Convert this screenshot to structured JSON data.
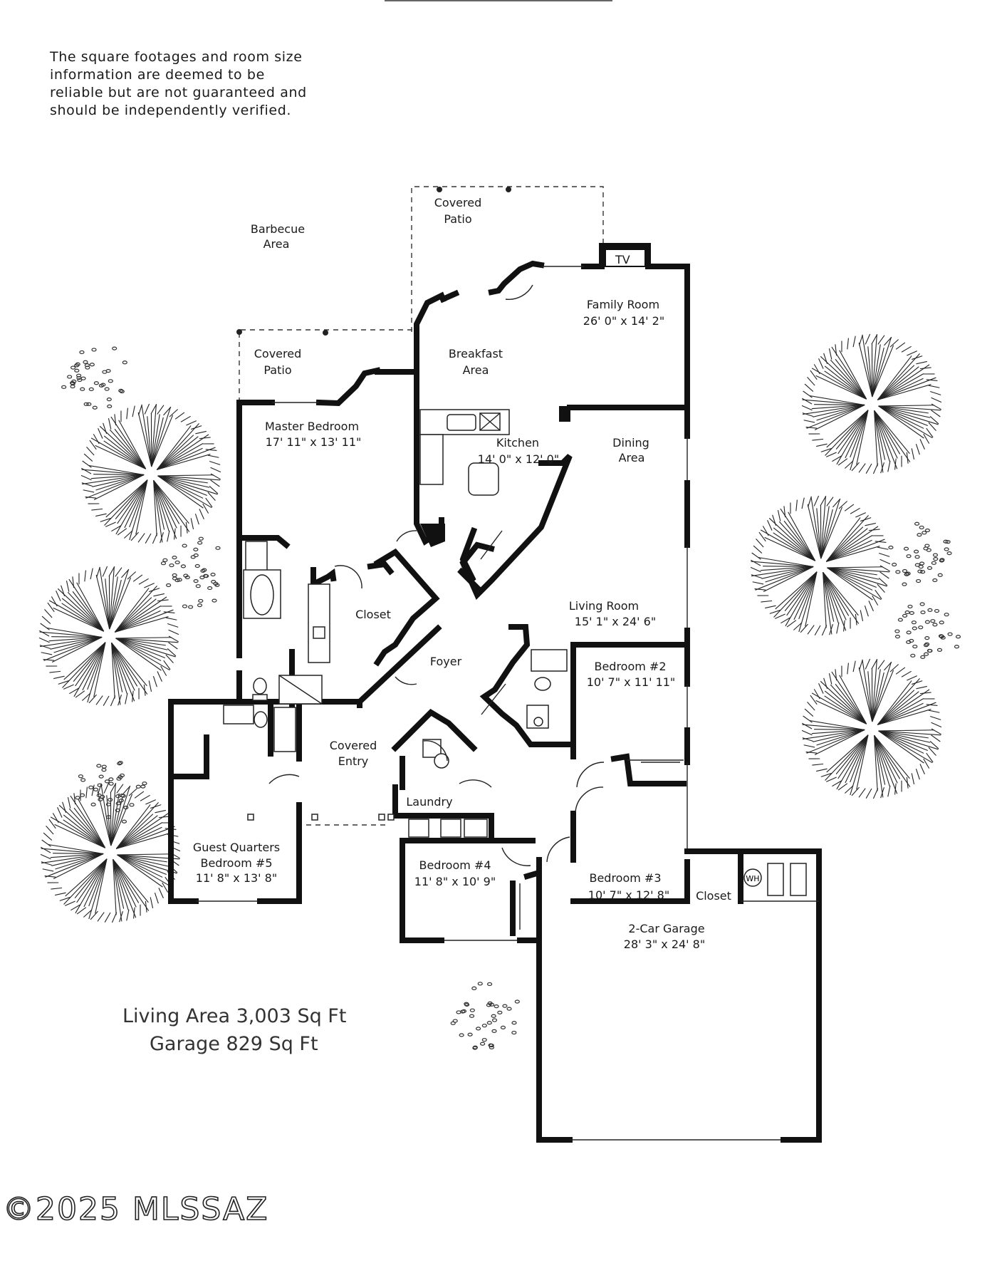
{
  "disclaimer": {
    "line1": "The square footages and room size",
    "line2": "information are deemed to be",
    "line3": "reliable but are not guaranteed and",
    "line4": "should be independently verified."
  },
  "rooms": {
    "barbecue": {
      "line1": "Barbecue",
      "line2": "Area"
    },
    "patio_main": {
      "line1": "Covered",
      "line2": "Patio"
    },
    "patio_master": {
      "line1": "Covered",
      "line2": "Patio"
    },
    "tv": "TV",
    "family": {
      "name": "Family Room",
      "size": "26' 0\" x 14' 2\""
    },
    "breakfast": {
      "line1": "Breakfast",
      "line2": "Area"
    },
    "master": {
      "name": "Master Bedroom",
      "size": "17' 11\" x 13' 11\""
    },
    "kitchen": {
      "name": "Kitchen",
      "size": "14' 0\" x 12' 0\""
    },
    "dining": {
      "line1": "Dining",
      "line2": "Area"
    },
    "closet_master": "Closet",
    "living": {
      "name": "Living Room",
      "size": "15' 1\" x 24' 6\""
    },
    "foyer": "Foyer",
    "bedroom2": {
      "name": "Bedroom #2",
      "size": "10' 7\" x 11' 11\""
    },
    "entry": {
      "line1": "Covered",
      "line2": "Entry"
    },
    "laundry": "Laundry",
    "guest": {
      "line1": "Guest Quarters",
      "line2": "Bedroom #5",
      "size": "11' 8\" x 13' 8\""
    },
    "bedroom4": {
      "name": "Bedroom #4",
      "size": "11' 8\" x 10' 9\""
    },
    "bedroom3": {
      "name": "Bedroom #3",
      "size": "10' 7\" x 12' 8\""
    },
    "closet_b3": "Closet",
    "wh": "WH",
    "garage": {
      "name": "2-Car Garage",
      "size": "28' 3\" x 24' 8\""
    }
  },
  "totals": {
    "living": "Living Area 3,003 Sq Ft",
    "garage": "Garage 829 Sq Ft"
  },
  "watermark": "©2025 MLSSAZ"
}
